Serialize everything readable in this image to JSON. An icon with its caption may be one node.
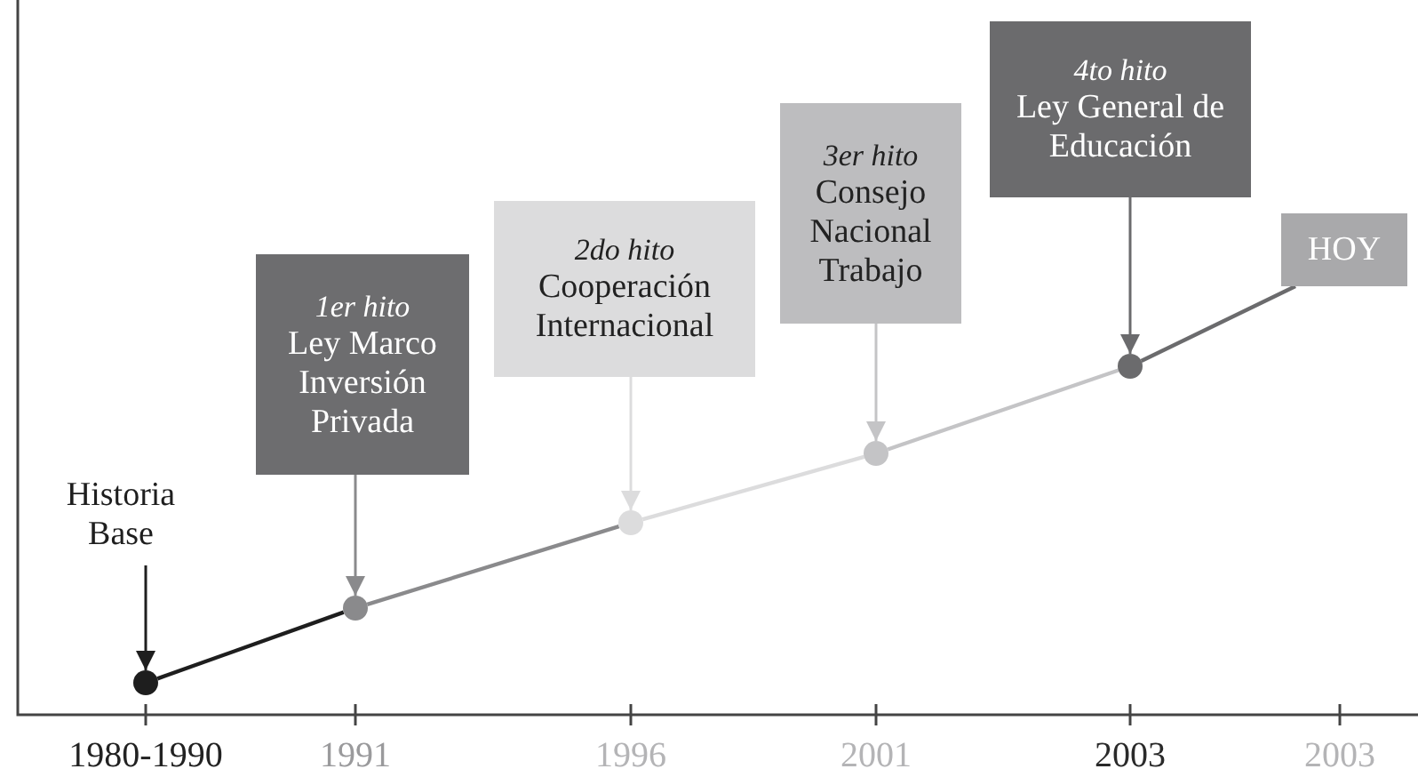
{
  "diagram": {
    "nodes": [
      {
        "text": [
          "Historia Base"
        ]
      },
      {
        "text": [
          "1er hito",
          "Ley Marco Inversión Privada"
        ]
      },
      {
        "text": [
          "2do hito",
          "Cooperación Internacional"
        ]
      },
      {
        "text": [
          "3er hito",
          "Consejo Nacional Trabajo"
        ]
      },
      {
        "text": [
          "4to hito",
          "Ley General de Educación"
        ]
      },
      {
        "text": [
          "HOY"
        ]
      },
      {
        "text": [],
        "shape": "circle"
      },
      {
        "text": [],
        "shape": "circle"
      },
      {
        "text": [],
        "shape": "circle"
      },
      {
        "text": [],
        "shape": "circle"
      },
      {
        "text": [],
        "shape": "circle"
      }
    ],
    "edges": [
      {
        "from": 0,
        "to": 6,
        "arrow": "to",
        "color": "#1e1e1e"
      },
      {
        "from": 1,
        "to": 7,
        "arrow": "to",
        "color": "#8a8a8c"
      },
      {
        "from": 2,
        "to": 8,
        "arrow": "to",
        "color": "#dcdcdd"
      },
      {
        "from": 3,
        "to": 9,
        "arrow": "to",
        "color": "#c4c4c6"
      },
      {
        "from": 4,
        "to": 10,
        "arrow": "to",
        "color": "#6b6b6d"
      },
      {
        "from": 6,
        "to": 7,
        "arrow": "none",
        "color": "#1e1e1e"
      },
      {
        "from": 7,
        "to": 8,
        "arrow": "none",
        "color": "#8a8a8c"
      },
      {
        "from": 8,
        "to": 9,
        "arrow": "none",
        "color": "#dcdcdd"
      },
      {
        "from": 9,
        "to": 10,
        "arrow": "none",
        "color": "#c4c4c6"
      },
      {
        "from": 10,
        "to": 5,
        "arrow": "none",
        "color": "#6b6b6d"
      }
    ],
    "labels": [
      "1980-1990",
      "1991",
      "1996",
      "2001",
      "2003",
      "2003"
    ]
  }
}
